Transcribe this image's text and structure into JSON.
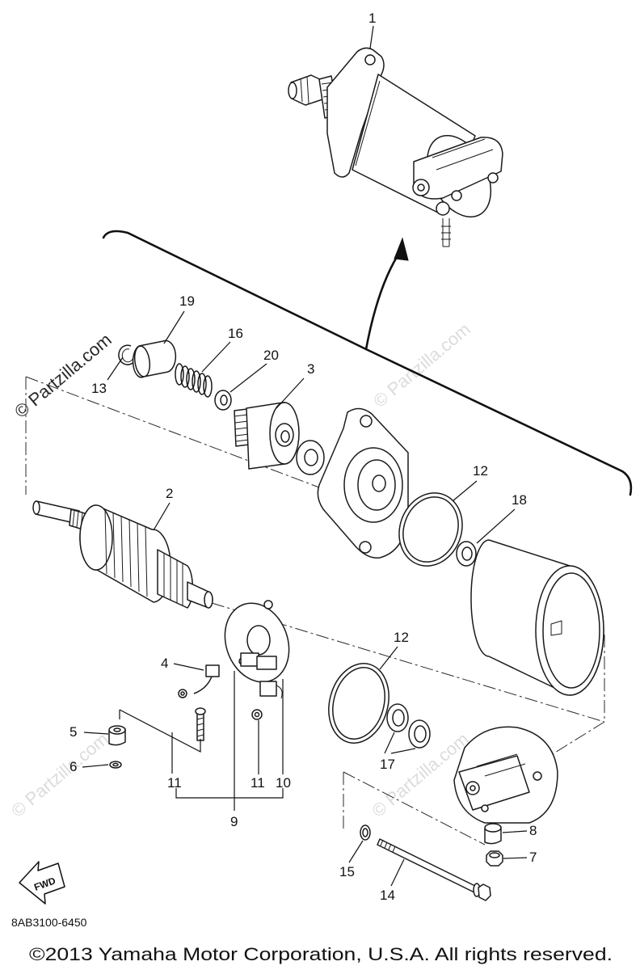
{
  "diagram": {
    "callouts": [
      "1",
      "19",
      "16",
      "20",
      "3",
      "13",
      "2",
      "12",
      "18",
      "12",
      "4",
      "5",
      "6",
      "11",
      "11",
      "10",
      "9",
      "17",
      "8",
      "7",
      "15",
      "14"
    ],
    "fwd_label": "FWD",
    "drawing_code": "8AB3100-6450",
    "watermark": "© Partzilla.com"
  },
  "footer": {
    "copyright": "©2013 Yamaha Motor Corporation, U.S.A. All rights reserved."
  }
}
